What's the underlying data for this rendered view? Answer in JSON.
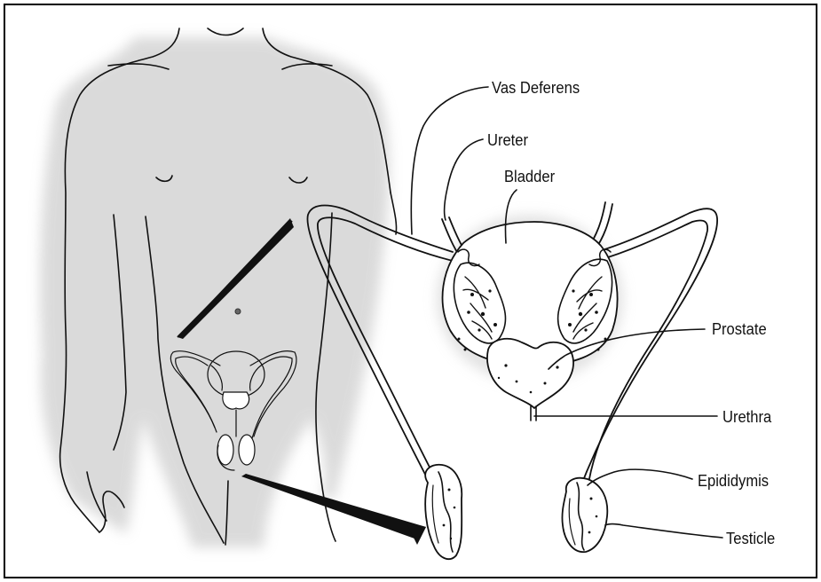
{
  "labels": {
    "vas_deferens": "Vas Deferens",
    "ureter": "Ureter",
    "bladder": "Bladder",
    "prostate": "Prostate",
    "urethra": "Urethra",
    "epididymis": "Epididymis",
    "testicle": "Testicle"
  }
}
